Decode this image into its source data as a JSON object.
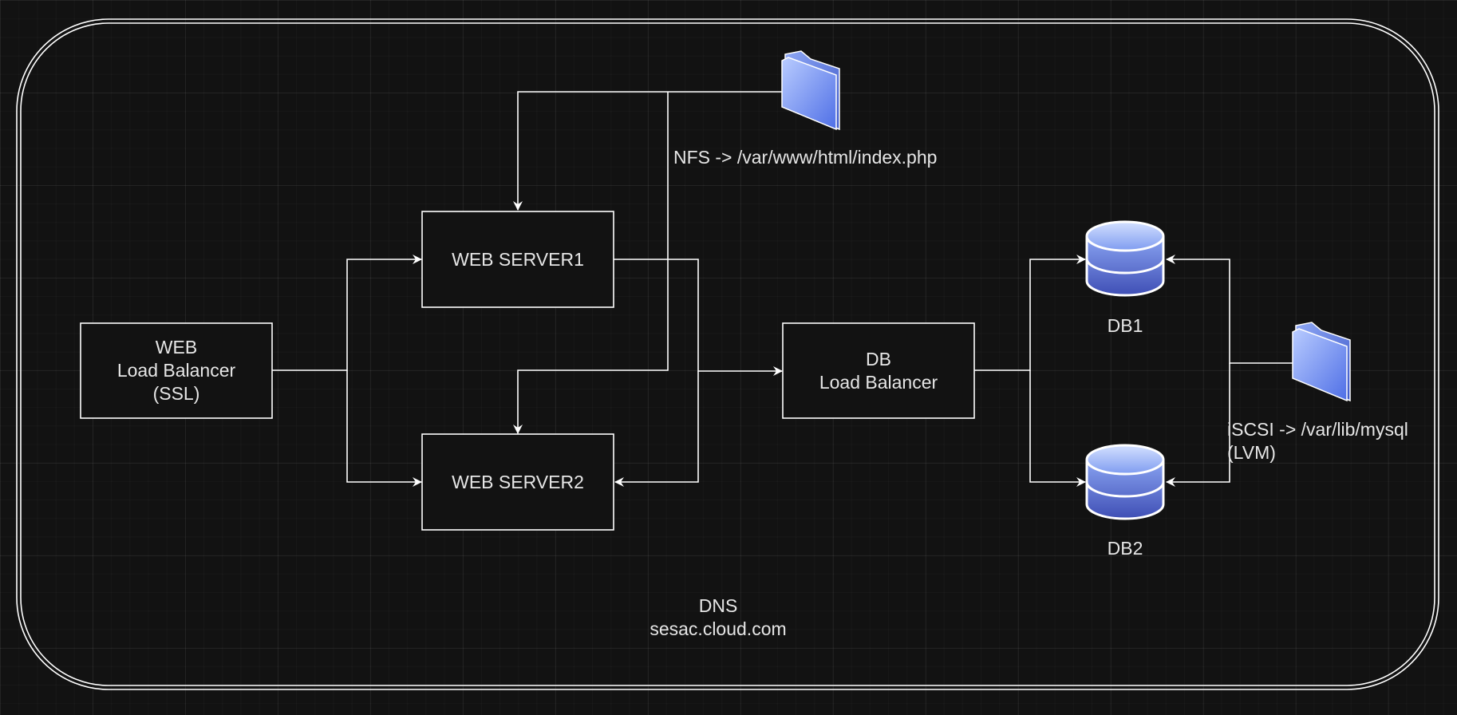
{
  "diagram": {
    "container": {
      "title": "DNS",
      "subtitle": "sesac.cloud.com"
    },
    "nodes": {
      "web_lb": {
        "lines": [
          "WEB",
          "Load Balancer",
          "(SSL)"
        ]
      },
      "web_server1": {
        "label": "WEB SERVER1"
      },
      "web_server2": {
        "label": "WEB SERVER2"
      },
      "db_lb": {
        "lines": [
          "DB",
          "Load Balancer"
        ]
      },
      "db1": {
        "label": "DB1"
      },
      "db2": {
        "label": "DB2"
      }
    },
    "annotations": {
      "nfs": "NFS -> /var/www/html/index.php",
      "iscsi_line1": "iSCSI -> /var/lib/mysql",
      "iscsi_line2": "(LVM)"
    },
    "icons": {
      "nfs_storage": "folder-icon",
      "iscsi_storage": "folder-icon",
      "db1": "database-icon",
      "db2": "database-icon"
    },
    "colors": {
      "background": "#121212",
      "stroke": "#ffffff",
      "text": "#e6e6e6",
      "folder_light": "#a9c1ff",
      "folder_dark": "#5a7be8",
      "db_light": "#9fb7f5",
      "db_dark": "#4b5fc4"
    }
  }
}
